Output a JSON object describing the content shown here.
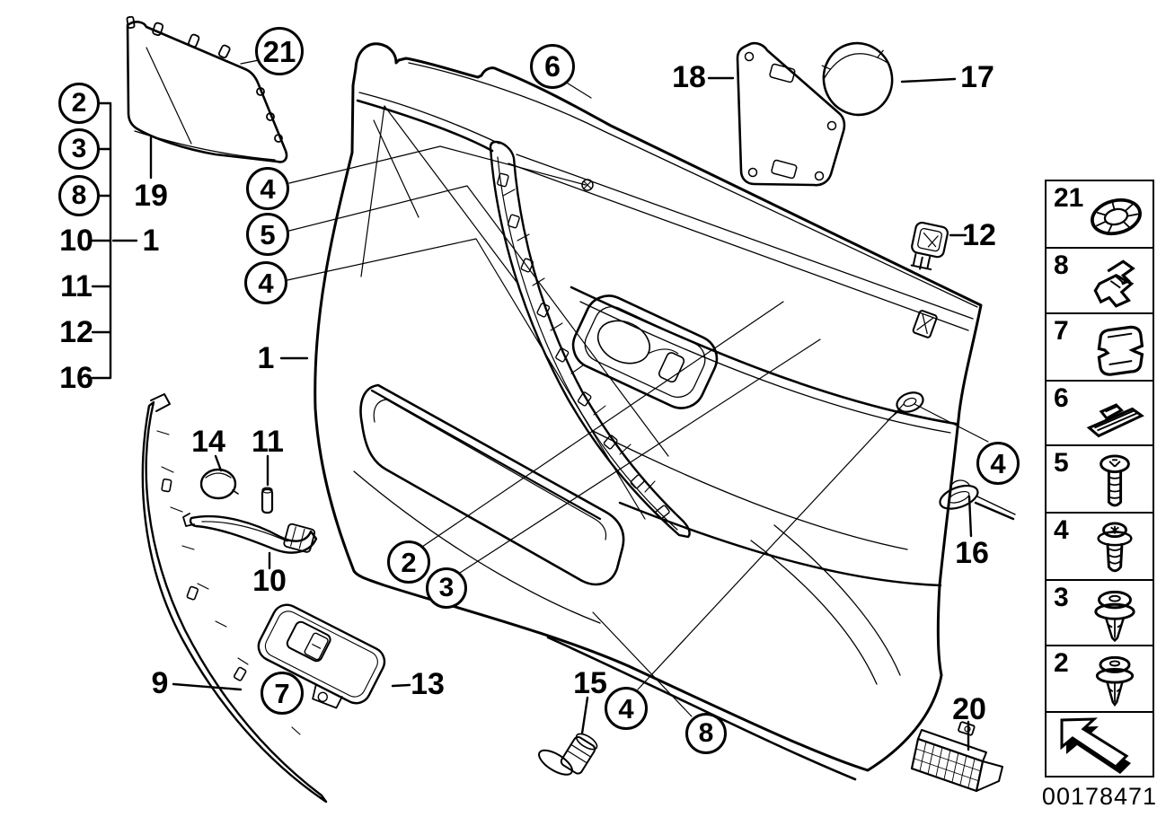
{
  "document": {
    "type": "parts-diagram",
    "drawing_number": "00178471"
  },
  "colors": {
    "line": "#000000",
    "background": "#ffffff"
  },
  "circles": [
    {
      "t": "2"
    },
    {
      "t": "3"
    },
    {
      "t": "8"
    },
    {
      "t": "21"
    },
    {
      "t": "4"
    },
    {
      "t": "5"
    },
    {
      "t": "4"
    },
    {
      "t": "6"
    },
    {
      "t": "2"
    },
    {
      "t": "3"
    },
    {
      "t": "7"
    },
    {
      "t": "4"
    },
    {
      "t": "8"
    },
    {
      "t": "4"
    }
  ],
  "labels": [
    {
      "t": "10"
    },
    {
      "t": "11"
    },
    {
      "t": "12"
    },
    {
      "t": "16"
    },
    {
      "t": "1"
    },
    {
      "t": "19"
    },
    {
      "t": "1"
    },
    {
      "t": "18"
    },
    {
      "t": "17"
    },
    {
      "t": "12"
    },
    {
      "t": "14"
    },
    {
      "t": "11"
    },
    {
      "t": "10"
    },
    {
      "t": "9"
    },
    {
      "t": "13"
    },
    {
      "t": "15"
    },
    {
      "t": "16"
    },
    {
      "t": "20"
    }
  ],
  "legend": {
    "rows": [
      {
        "n": "21",
        "icon": "grommet-clip-icon"
      },
      {
        "n": "8",
        "icon": "spring-clip-icon"
      },
      {
        "n": "7",
        "icon": "sheet-metal-clip-icon"
      },
      {
        "n": "6",
        "icon": "rail-clip-icon"
      },
      {
        "n": "5",
        "icon": "pan-head-screw-icon"
      },
      {
        "n": "4",
        "icon": "washer-screw-icon"
      },
      {
        "n": "3",
        "icon": "expanding-rivet-icon"
      },
      {
        "n": "2",
        "icon": "expanding-rivet-icon"
      }
    ],
    "back_arrow_icon": "back-arrow-icon"
  }
}
